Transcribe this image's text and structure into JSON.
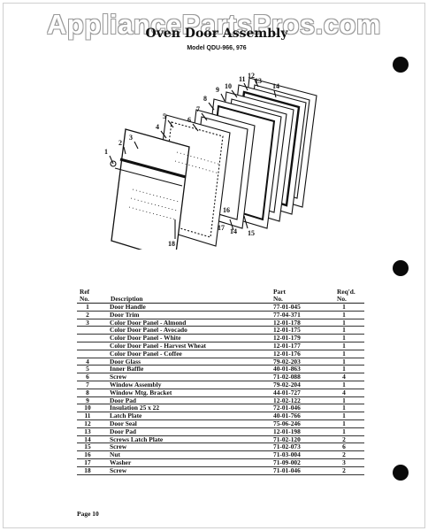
{
  "watermark": "AppliancePartsPros.com",
  "header": {
    "title": "Oven Door Assembly",
    "model": "Model QDU-966, 976"
  },
  "diagram": {
    "callouts": [
      "1",
      "2",
      "3",
      "4",
      "5",
      "6",
      "7",
      "8",
      "9",
      "10",
      "11",
      "12",
      "13",
      "14",
      "15",
      "16",
      "17",
      "14",
      "18"
    ]
  },
  "table": {
    "headers": {
      "ref": "Ref",
      "ref_no": "No.",
      "description": "Description",
      "part": "Part",
      "part_no": "No.",
      "req": "Req'd.",
      "req_no": "No."
    },
    "rows": [
      {
        "ref": "1",
        "description": "Door Handle",
        "part": "77-01-045",
        "qty": "1"
      },
      {
        "ref": "2",
        "description": "Door Trim",
        "part": "77-04-371",
        "qty": "1"
      },
      {
        "ref": "3",
        "description": "Color Door Panel - Almond",
        "part": "12-01-178",
        "qty": "1"
      },
      {
        "ref": "",
        "description": "Color Door Panel - Avocado",
        "part": "12-01-175",
        "qty": "1"
      },
      {
        "ref": "",
        "description": "Color Door Panel - White",
        "part": "12-01-179",
        "qty": "1"
      },
      {
        "ref": "",
        "description": "Color Door Panel - Harvest Wheat",
        "part": "12-01-177",
        "qty": "1"
      },
      {
        "ref": "",
        "description": "Color Door Panel - Coffee",
        "part": "12-01-176",
        "qty": "1"
      },
      {
        "ref": "4",
        "description": "Door Glass",
        "part": "79-02-203",
        "qty": "1"
      },
      {
        "ref": "5",
        "description": "Inner Baffle",
        "part": "40-01-863",
        "qty": "1"
      },
      {
        "ref": "6",
        "description": "Screw",
        "part": "71-02-088",
        "qty": "4"
      },
      {
        "ref": "7",
        "description": "Window Assembly",
        "part": "79-02-204",
        "qty": "1"
      },
      {
        "ref": "8",
        "description": "Window Mtg. Bracket",
        "part": "44-01-727",
        "qty": "4"
      },
      {
        "ref": "9",
        "description": "Door Pad",
        "part": "12-02-122",
        "qty": "1"
      },
      {
        "ref": "10",
        "description": "Insulation 25 x 22",
        "part": "72-01-046",
        "qty": "1"
      },
      {
        "ref": "11",
        "description": "Latch Plate",
        "part": "40-01-766",
        "qty": "1"
      },
      {
        "ref": "12",
        "description": "Door Seal",
        "part": "75-06-246",
        "qty": "1"
      },
      {
        "ref": "13",
        "description": "Door Pad",
        "part": "12-01-198",
        "qty": "1"
      },
      {
        "ref": "14",
        "description": "Screws Latch Plate",
        "part": "71-02-120",
        "qty": "2"
      },
      {
        "ref": "15",
        "description": "Screw",
        "part": "71-02-073",
        "qty": "6"
      },
      {
        "ref": "16",
        "description": "Nut",
        "part": "71-03-004",
        "qty": "2"
      },
      {
        "ref": "17",
        "description": "Washer",
        "part": "71-09-002",
        "qty": "3"
      },
      {
        "ref": "18",
        "description": "Screw",
        "part": "71-01-046",
        "qty": "2"
      }
    ]
  },
  "footer": {
    "page": "Page 10"
  }
}
